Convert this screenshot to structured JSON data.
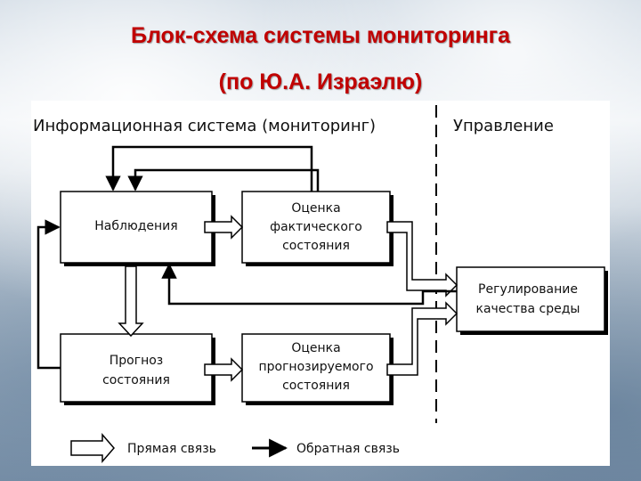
{
  "title": {
    "line1": "Блок-схема системы мониторинга",
    "line2": "(по Ю.А. Израэлю)"
  },
  "sections": {
    "info_system": "Информационная система (мониторинг)",
    "control": "Управление"
  },
  "blocks": {
    "observations": "Наблюдения",
    "actual_state_1": "Оценка",
    "actual_state_2": "фактического",
    "actual_state_3": "состояния",
    "forecast_1": "Прогноз",
    "forecast_2": "состояния",
    "forecast_est_1": "Оценка",
    "forecast_est_2": "прогнозируемого",
    "forecast_est_3": "состояния",
    "regulation_1": "Регулирование",
    "regulation_2": "качества среды"
  },
  "legend": {
    "direct": "Прямая связь",
    "feedback": "Обратная связь"
  },
  "colors": {
    "title": "#c00000",
    "lines": "#000000"
  }
}
